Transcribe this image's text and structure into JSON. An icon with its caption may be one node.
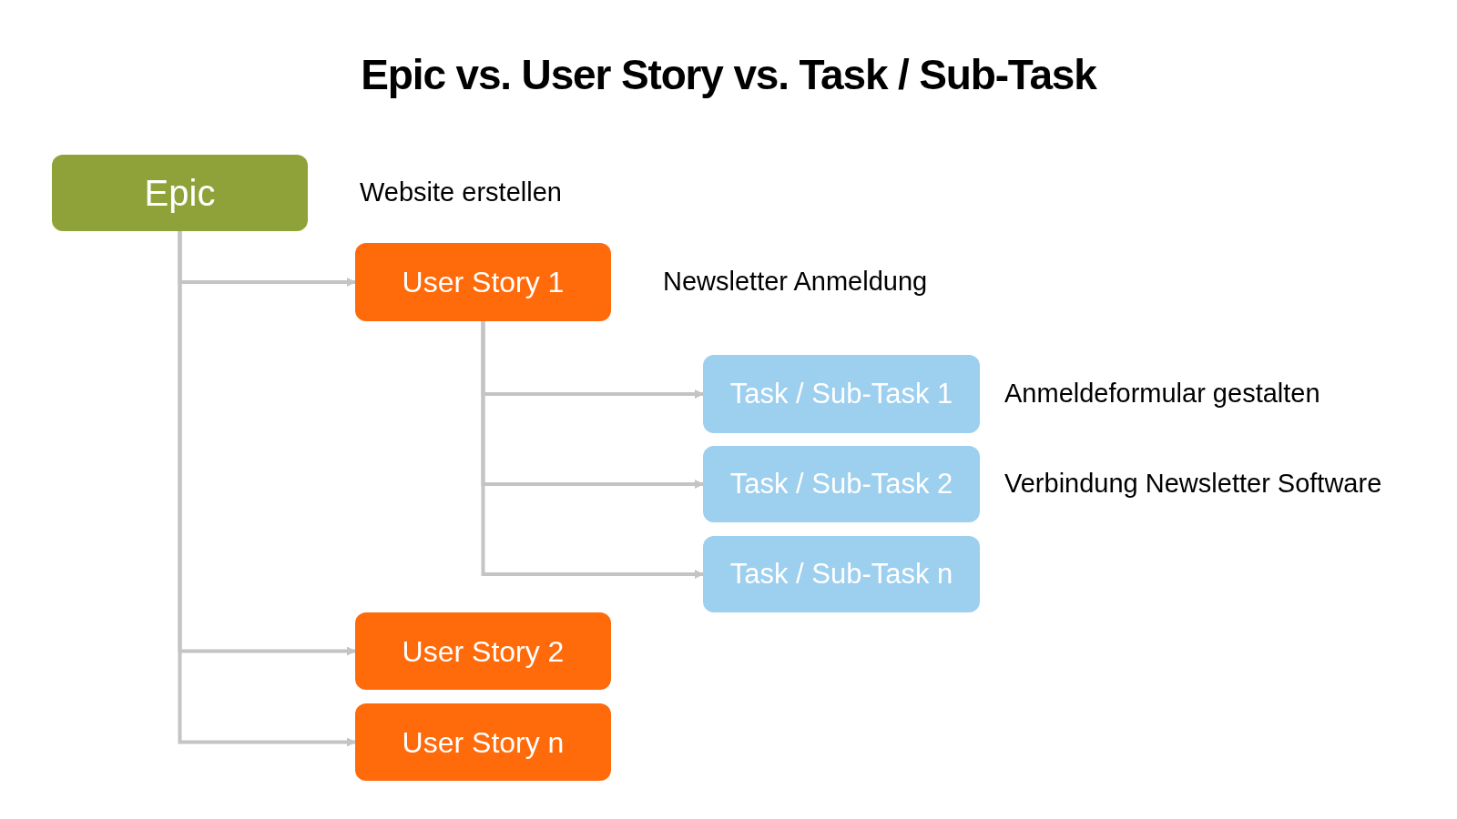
{
  "diagram": {
    "title": "Epic vs. User Story vs. Task / Sub-Task",
    "nodes": [
      {
        "text": [
          "Epic"
        ],
        "beside": [
          "Website erstellen"
        ]
      },
      {
        "text": [
          "User Story 1"
        ],
        "beside": [
          "Newsletter Anmeldung"
        ]
      },
      {
        "text": [
          "Task / Sub-Task 1"
        ],
        "beside": [
          "Anmeldeformular gestalten"
        ]
      },
      {
        "text": [
          "Task / Sub-Task 2"
        ],
        "beside": [
          "Verbindung Newsletter Software"
        ]
      },
      {
        "text": [
          "Task / Sub-Task n"
        ]
      },
      {
        "text": [
          "User Story 2"
        ]
      },
      {
        "text": [
          "User Story n"
        ]
      }
    ],
    "edges": [
      {
        "from": 0,
        "to": 1,
        "arrow": "to"
      },
      {
        "from": 1,
        "to": 2,
        "arrow": "to"
      },
      {
        "from": 1,
        "to": 3,
        "arrow": "to"
      },
      {
        "from": 1,
        "to": 4,
        "arrow": "to"
      },
      {
        "from": 0,
        "to": 5,
        "arrow": "to"
      },
      {
        "from": 0,
        "to": 6,
        "arrow": "to"
      }
    ]
  }
}
